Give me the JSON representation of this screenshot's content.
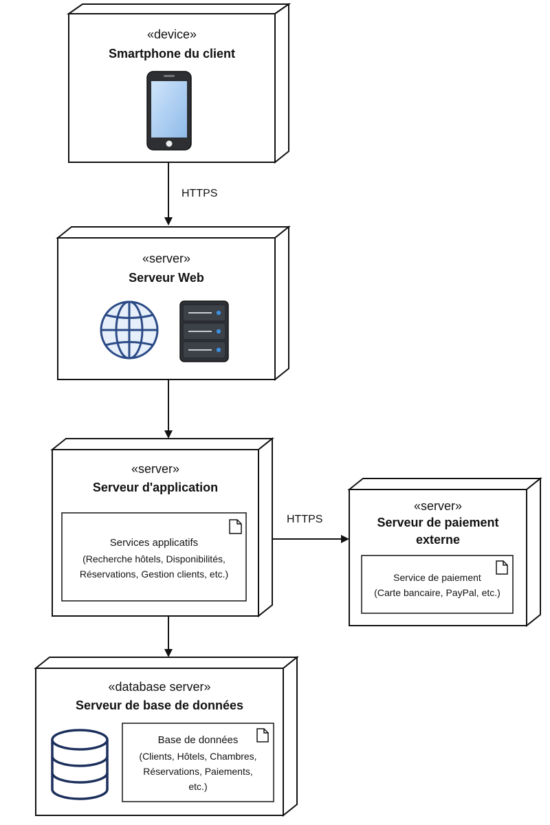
{
  "nodes": {
    "smartphone": {
      "stereotype": "«device»",
      "title": "Smartphone du client"
    },
    "web": {
      "stereotype": "«server»",
      "title": "Serveur Web"
    },
    "app": {
      "stereotype": "«server»",
      "title": "Serveur d'application",
      "artifact": {
        "name": "Services applicatifs",
        "line1": "(Recherche hôtels, Disponibilités,",
        "line2": "Réservations, Gestion clients, etc.)"
      }
    },
    "payment": {
      "stereotype": "«server»",
      "title_line1": "Serveur de paiement",
      "title_line2": "externe",
      "artifact": {
        "name": "Service de paiement",
        "line1": "(Carte bancaire, PayPal, etc.)"
      }
    },
    "db": {
      "stereotype": "«database server»",
      "title": "Serveur de base de données",
      "artifact": {
        "name": "Base de données",
        "line1": "(Clients, Hôtels, Chambres,",
        "line2": "Réservations, Paiements,",
        "line3": "etc.)"
      }
    }
  },
  "connections": {
    "phone_to_web": "HTTPS",
    "app_to_payment": "HTTPS"
  },
  "icons": [
    "smartphone-icon",
    "globe-icon",
    "server-rack-icon",
    "database-icon",
    "document-icon"
  ],
  "colors": {
    "stroke": "#111111",
    "icon_blue": "#2b4a86",
    "screen_blue": "#a9cdf2"
  }
}
